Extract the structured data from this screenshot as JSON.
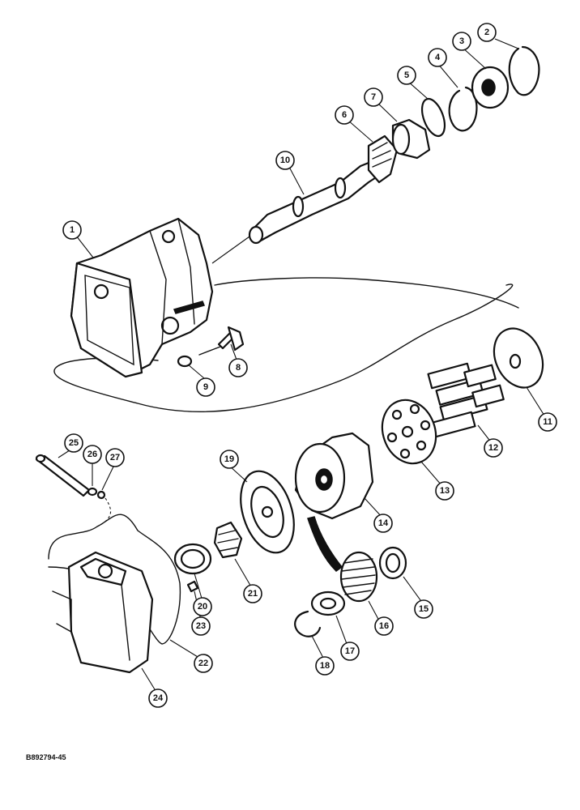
{
  "diagram": {
    "figure_code": "B892794-45",
    "callouts": [
      {
        "id": "callout-1",
        "label": "1"
      },
      {
        "id": "callout-2",
        "label": "2"
      },
      {
        "id": "callout-3",
        "label": "3"
      },
      {
        "id": "callout-4",
        "label": "4"
      },
      {
        "id": "callout-5",
        "label": "5"
      },
      {
        "id": "callout-6",
        "label": "6"
      },
      {
        "id": "callout-7",
        "label": "7"
      },
      {
        "id": "callout-8",
        "label": "8"
      },
      {
        "id": "callout-9",
        "label": "9"
      },
      {
        "id": "callout-10",
        "label": "10"
      },
      {
        "id": "callout-11",
        "label": "11"
      },
      {
        "id": "callout-12",
        "label": "12"
      },
      {
        "id": "callout-13",
        "label": "13"
      },
      {
        "id": "callout-14",
        "label": "14"
      },
      {
        "id": "callout-15",
        "label": "15"
      },
      {
        "id": "callout-16",
        "label": "16"
      },
      {
        "id": "callout-17",
        "label": "17"
      },
      {
        "id": "callout-18",
        "label": "18"
      },
      {
        "id": "callout-19",
        "label": "19"
      },
      {
        "id": "callout-20",
        "label": "20"
      },
      {
        "id": "callout-21",
        "label": "21"
      },
      {
        "id": "callout-22",
        "label": "22"
      },
      {
        "id": "callout-23",
        "label": "23"
      },
      {
        "id": "callout-24",
        "label": "24"
      },
      {
        "id": "callout-25",
        "label": "25"
      },
      {
        "id": "callout-26",
        "label": "26"
      },
      {
        "id": "callout-27",
        "label": "27"
      }
    ]
  }
}
